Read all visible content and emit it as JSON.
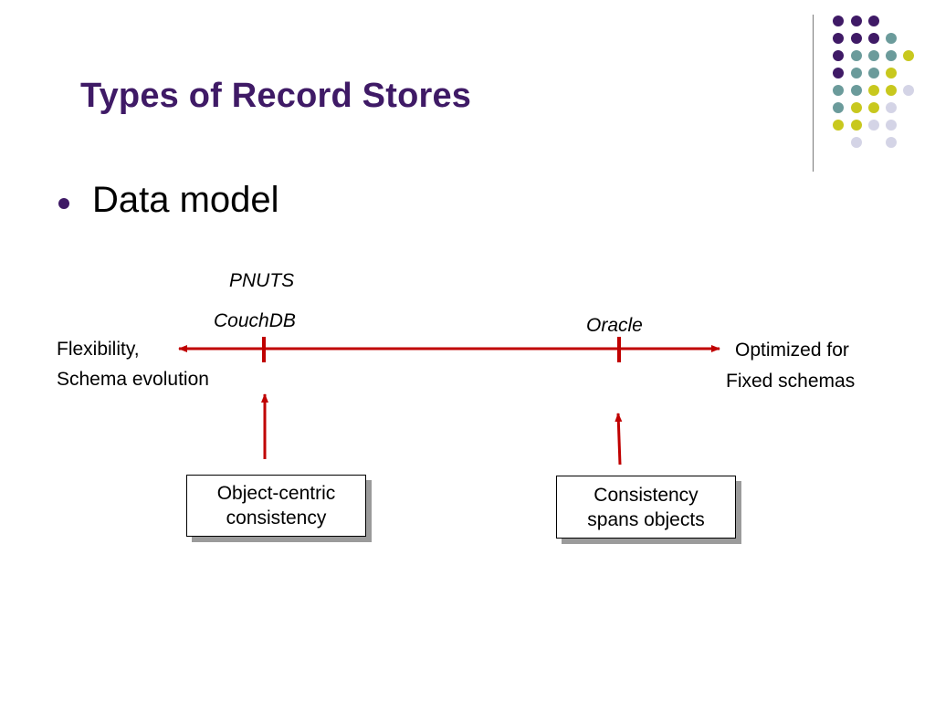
{
  "slide": {
    "title": "Types of Record Stores",
    "bullet": "Data model"
  },
  "diagram": {
    "left_label_line1": "Flexibility,",
    "left_label_line2": "Schema evolution",
    "right_label_line1": "Optimized for",
    "right_label_line2": "Fixed schemas",
    "left_marker_labels": [
      "PNUTS",
      "CouchDB"
    ],
    "right_marker_label": "Oracle",
    "left_box_line1": "Object-centric",
    "left_box_line2": "consistency",
    "right_box_line1": "Consistency",
    "right_box_line2": "spans objects"
  },
  "colors": {
    "title": "#3f1a66",
    "arrow": "#c00000",
    "dot_purple": "#3f1a66",
    "dot_teal": "#6b9b9b",
    "dot_yellow": "#c8c81e",
    "dot_lavender": "#d4d4e6"
  }
}
